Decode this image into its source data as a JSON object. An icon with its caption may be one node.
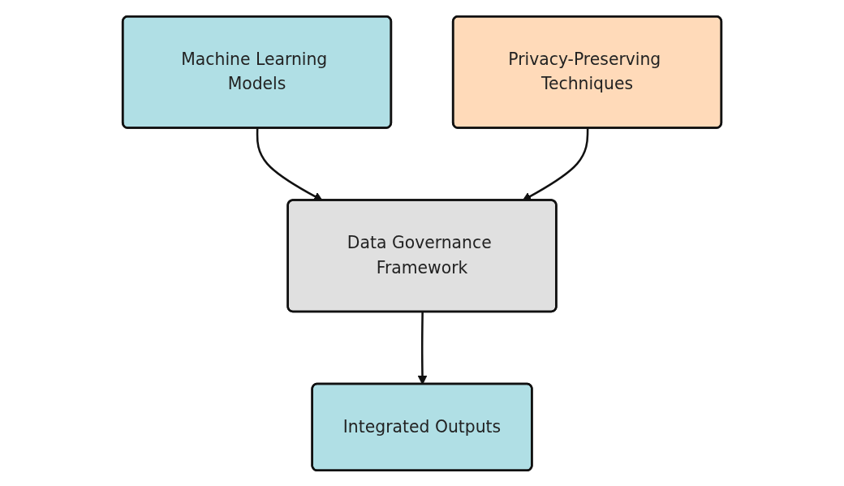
{
  "diagram": {
    "nodes": [
      {
        "text": [
          "Data Governance Framework"
        ]
      },
      {
        "text": [
          "Machine Learning Models"
        ]
      },
      {
        "text": [
          "Privacy-Preserving Techniques"
        ]
      },
      {
        "text": [
          "Integrated Outputs"
        ]
      }
    ],
    "edges": [
      {
        "from": 1,
        "to": 0,
        "arrow": "to"
      },
      {
        "from": 2,
        "to": 0,
        "arrow": "to"
      },
      {
        "from": 0,
        "to": 3,
        "arrow": "to"
      }
    ]
  }
}
